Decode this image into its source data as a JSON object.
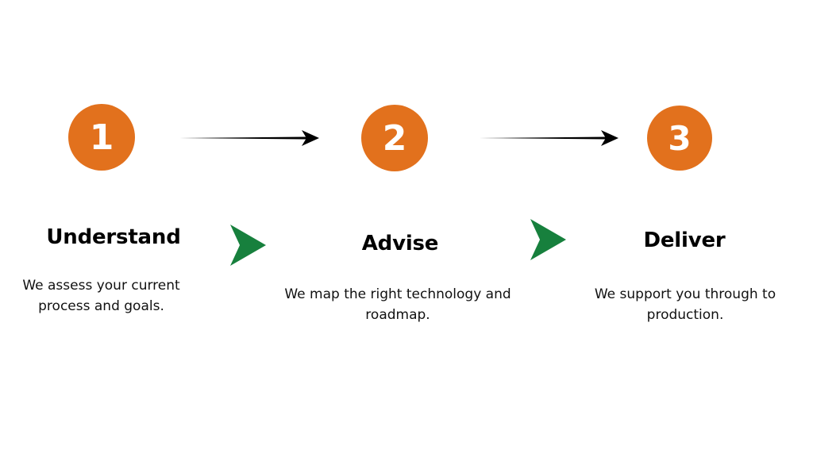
{
  "colors": {
    "circle_fill": "#E2711D",
    "chevron_fill": "#17803D",
    "arrow_stroke": "#000000"
  },
  "steps": [
    {
      "number": "1",
      "title": "Understand",
      "description": "We assess your current process and goals."
    },
    {
      "number": "2",
      "title": "Advise",
      "description": "We map the right technology and roadmap."
    },
    {
      "number": "3",
      "title": "Deliver",
      "description": "We support you through to production."
    }
  ],
  "connector_icons": [
    "right-arrow-icon",
    "right-chevron-icon"
  ]
}
